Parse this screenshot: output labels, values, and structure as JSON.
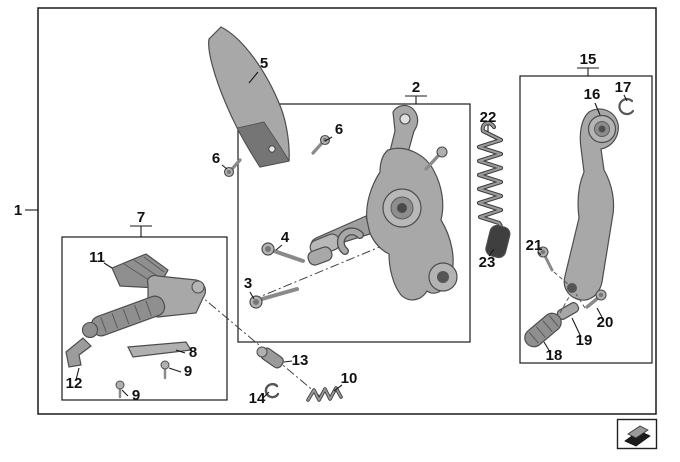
{
  "figure": {
    "background": "#ffffff",
    "line_color": "#1a1a1a",
    "part_fill": "#a8a8a8",
    "part_fill_light": "#b8b8b8",
    "part_fill_dark": "#8f8f8f",
    "part_stroke": "#4d4d4d",
    "rubber_dark": "#3f3f3f",
    "spring_color": "#9a9a9a"
  },
  "callouts": {
    "c1": {
      "label": "1"
    },
    "c2": {
      "label": "2"
    },
    "c3": {
      "label": "3"
    },
    "c4": {
      "label": "4"
    },
    "c5": {
      "label": "5"
    },
    "c6a": {
      "label": "6"
    },
    "c6b": {
      "label": "6"
    },
    "c7": {
      "label": "7"
    },
    "c8": {
      "label": "8"
    },
    "c9a": {
      "label": "9"
    },
    "c9b": {
      "label": "9"
    },
    "c10": {
      "label": "10"
    },
    "c11": {
      "label": "11"
    },
    "c12": {
      "label": "12"
    },
    "c13": {
      "label": "13"
    },
    "c14": {
      "label": "14"
    },
    "c15": {
      "label": "15"
    },
    "c16": {
      "label": "16"
    },
    "c17": {
      "label": "17"
    },
    "c18": {
      "label": "18"
    },
    "c19": {
      "label": "19"
    },
    "c20": {
      "label": "20"
    },
    "c21": {
      "label": "21"
    },
    "c22": {
      "label": "22"
    },
    "c23": {
      "label": "23"
    }
  },
  "icons": {
    "stamp": "stamp-icon"
  }
}
